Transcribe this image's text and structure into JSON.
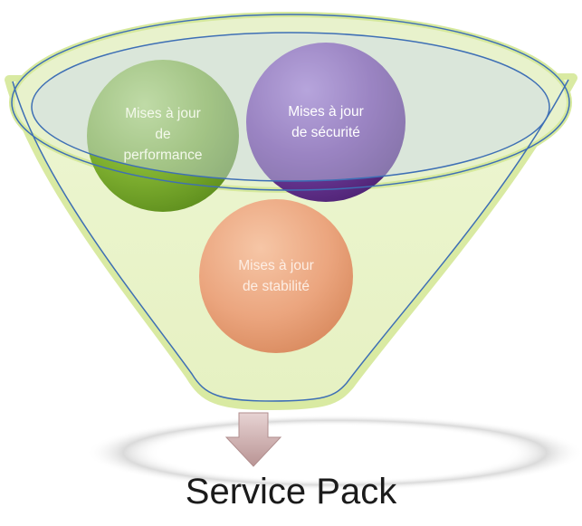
{
  "diagram": {
    "inputs": [
      {
        "label": "Mises à jour\nde\nperformance",
        "color": "#7fb02e"
      },
      {
        "label": "Mises à jour\nde sécurité",
        "color": "#6c3a98"
      },
      {
        "label": "Mises à jour\nde stabilité",
        "color": "#e9a27a"
      }
    ],
    "output": {
      "label": "Service Pack"
    },
    "colors": {
      "funnel_fill": "#e3f0bd",
      "funnel_glow": "#d2e79b",
      "outline": "#3e6fb5",
      "arrow": "#c9a8a8",
      "shadow": "#dcdcdc"
    }
  }
}
